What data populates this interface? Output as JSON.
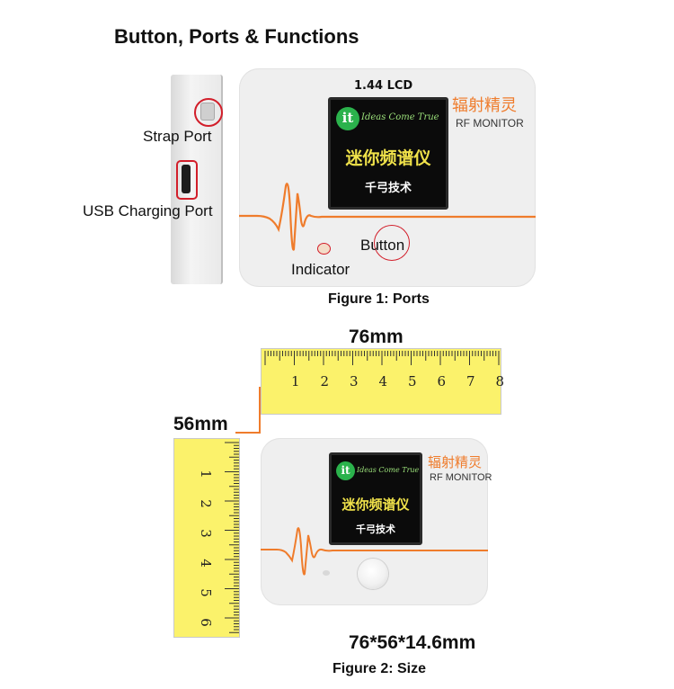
{
  "heading": "Button, Ports & Functions",
  "figure1": {
    "caption": "Figure 1: Ports",
    "lcd_spec": "1.44 LCD",
    "labels": {
      "strap_port": "Strap Port",
      "usb_port": "USB Charging Port",
      "button": "Button",
      "indicator": "Indicator"
    }
  },
  "device": {
    "brand_cn": "辐射精灵",
    "brand_en": "RF MONITOR",
    "logo_letters": "it",
    "slogan": "Ideas Come True",
    "screen_title": "迷你频谱仪",
    "screen_sub": "千弓技术"
  },
  "figure2": {
    "caption": "Figure 2: Size",
    "width_label": "76mm",
    "height_label": "56mm",
    "dimensions": "76*56*14.6mm",
    "ruler_top_numbers": [
      "1",
      "2",
      "3",
      "4",
      "5",
      "6",
      "7",
      "8"
    ],
    "ruler_left_numbers": [
      "1",
      "2",
      "3",
      "4",
      "5",
      "6"
    ]
  },
  "colors": {
    "accent_orange": "#ef7c2c",
    "highlight_red": "#d21e2a",
    "ruler_yellow": "#fbf26b",
    "lcd_yellow": "#f0e24a",
    "logo_green": "#2bb24c"
  }
}
